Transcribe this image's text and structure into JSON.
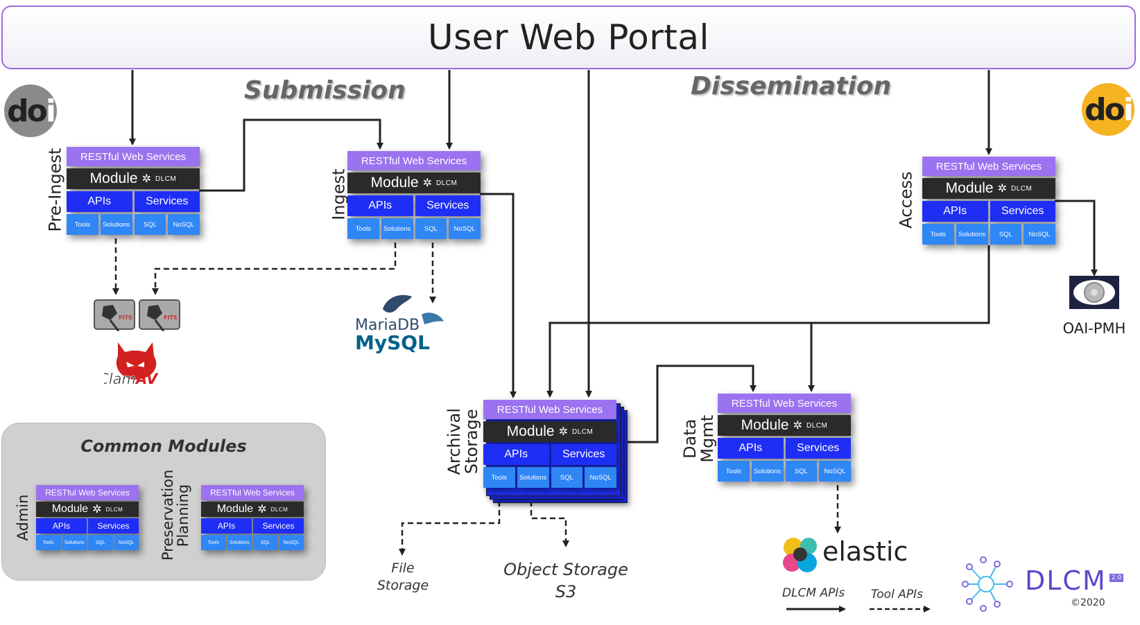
{
  "portal": {
    "title": "User Web Portal"
  },
  "sections": {
    "submission": "Submission",
    "dissemination": "Dissemination"
  },
  "module_template": {
    "rws": "RESTful Web Services",
    "module": "Module",
    "dlcm_tag": "DLCM",
    "apis": "APIs",
    "services": "Services",
    "tools": "Tools",
    "solutions": "Solutions",
    "sql": "SQL",
    "nosql": "NoSQL"
  },
  "modules": {
    "pre_ingest": {
      "label": "Pre-Ingest"
    },
    "ingest": {
      "label": "Ingest"
    },
    "access": {
      "label": "Access"
    },
    "archival_storage": {
      "label_line1": "Archival",
      "label_line2": "Storage"
    },
    "data_mgmt": {
      "label_line1": "Data",
      "label_line2": "Mgmt"
    }
  },
  "common_modules": {
    "title": "Common Modules",
    "admin": {
      "label": "Admin"
    },
    "preservation_planning": {
      "label_line1": "Preservation",
      "label_line2": "Planning"
    }
  },
  "tools": {
    "fits_1": "FITS",
    "fits_2": "FITS",
    "clamav": {
      "part1": "Clam",
      "part2": "AV"
    },
    "mariadb": "MariaDB",
    "mysql": "MySQL",
    "oai_pmh": "OAI-PMH",
    "elastic": "elastic"
  },
  "doi": {
    "left": "doi",
    "right": "doi"
  },
  "storage": {
    "file_line1": "File",
    "file_line2": "Storage",
    "object_line1": "Object Storage",
    "object_line2": "S3"
  },
  "legend": {
    "dlcm_apis": "DLCM APIs",
    "tool_apis": "Tool APIs"
  },
  "brand": {
    "name": "DLCM",
    "version": "2.0",
    "copyright": "©2020"
  },
  "colors": {
    "rws": "#9b72ef",
    "module_bar": "#2a2a2a",
    "apis": "#1f2ef5",
    "small_cells": "#2f86f5",
    "portal_border": "#9b6cdc",
    "doi_orange": "#f5b321",
    "doi_gray": "#8a8a8a"
  }
}
